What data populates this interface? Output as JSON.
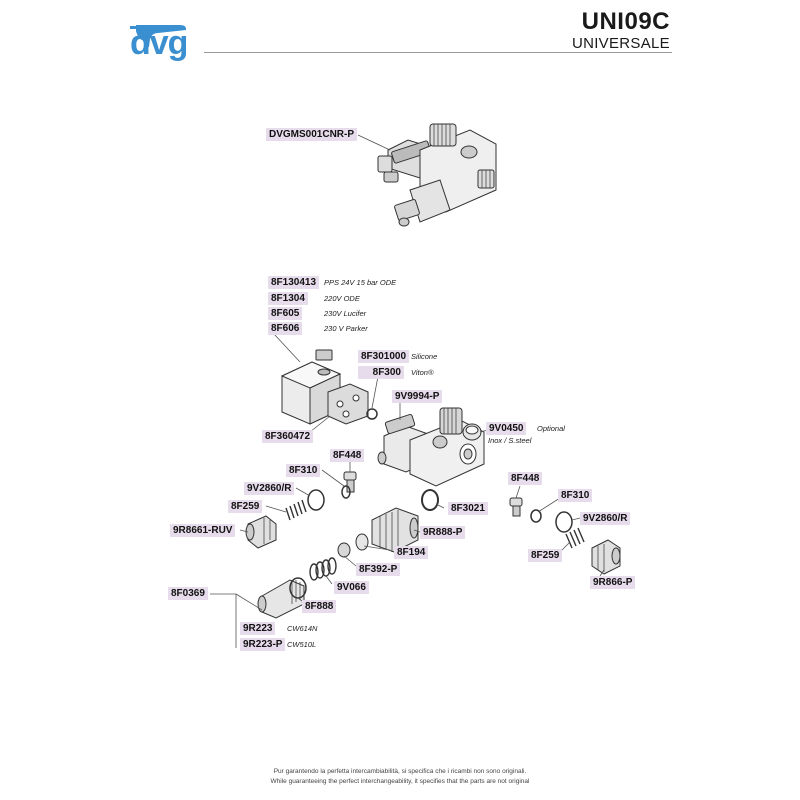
{
  "header": {
    "logo_text": "dvg",
    "model_code": "UNI09C",
    "model_name": "UNIVERSALE",
    "brand_color": "#3a8fd0"
  },
  "parts": {
    "dvgms001cnr_p": "DVGMS001CNR-P",
    "p8f130413": "8F130413",
    "p8f130413_note": "PPS 24V 15 bar ODE",
    "p8f1304": "8F1304",
    "p8f1304_note": "220V ODE",
    "p8f605": "8F605",
    "p8f605_note": "230V Lucifer",
    "p8f606": "8F606",
    "p8f606_note": "230 V Parker",
    "p8f301000": "8F301000",
    "p8f301000_note": "Silicone",
    "p8f300": "8F300",
    "p8f300_note": "Viton®",
    "p9v9994_p": "9V9994-P",
    "p8f360472": "8F360472",
    "p9v0450": "9V0450",
    "p9v0450_note": "Optional",
    "p9v0450_note2": "Inox / S.steel",
    "p8f448_a": "8F448",
    "p8f310_a": "8F310",
    "p9v2860r_a": "9V2860/R",
    "p8f259_a": "8F259",
    "p9r8661_ruv": "9R8661-RUV",
    "p8f3021": "8F3021",
    "p9r888_p": "9R888-P",
    "p8f194": "8F194",
    "p8f392_p": "8F392-P",
    "p9v066": "9V066",
    "p8f0369": "8F0369",
    "p8f888": "8F888",
    "p9r223": "9R223",
    "p9r223_note": "CW614N",
    "p9r223_p": "9R223-P",
    "p9r223_p_note": "CW510L",
    "p8f448_b": "8F448",
    "p8f310_b": "8F310",
    "p9v2860r_b": "9V2860/R",
    "p8f259_b": "8F259",
    "p9r866_p": "9R866-P"
  },
  "footer": {
    "italian": "Pur garantendo la perfetta intercambiabilità, si specifica che i ricambi non sono originali.",
    "english": "While guaranteeing the perfect interchangeability, it specifies that the parts are not original"
  }
}
